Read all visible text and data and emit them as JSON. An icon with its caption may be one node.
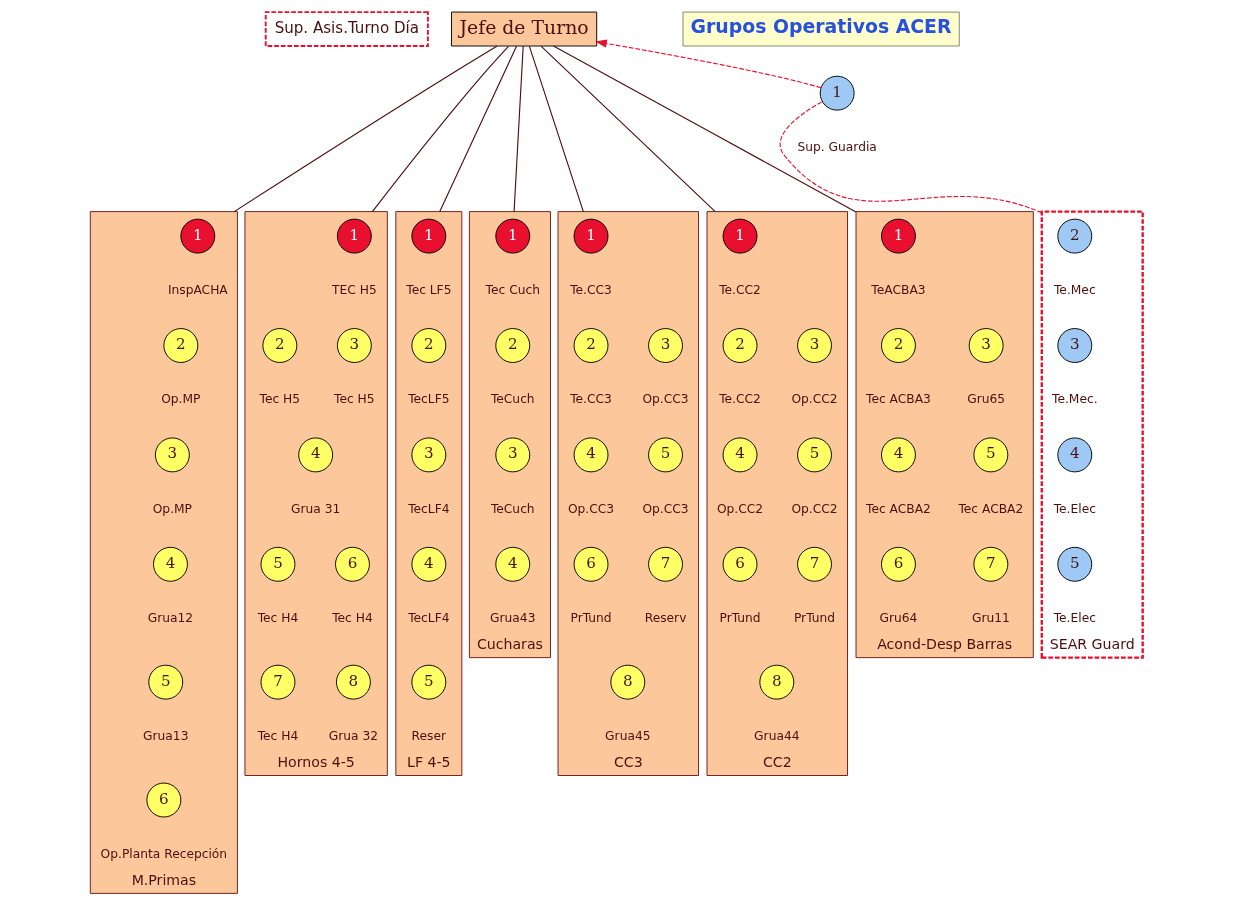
{
  "diagram": {
    "nodes": [
      {
        "text": [
          "Jefe de Turno"
        ]
      },
      {
        "text": [
          "Grupos Operativos ACER"
        ]
      },
      {
        "text": [
          "Sup. Asis.Turno Día"
        ]
      },
      {
        "text": [
          "1"
        ],
        "beside": [
          "Sup. Guardia"
        ]
      },
      {
        "text": [
          "M.Primas"
        ]
      },
      {
        "text": [
          "1"
        ],
        "beside": [
          "InspACHA"
        ],
        "in": 4
      },
      {
        "text": [
          "2"
        ],
        "beside": [
          "Op.MP"
        ],
        "in": 4
      },
      {
        "text": [
          "3"
        ],
        "beside": [
          "Op.MP"
        ],
        "in": 4
      },
      {
        "text": [
          "4"
        ],
        "beside": [
          "Grua12"
        ],
        "in": 4
      },
      {
        "text": [
          "5"
        ],
        "beside": [
          "Grua13"
        ],
        "in": 4
      },
      {
        "text": [
          "6"
        ],
        "beside": [
          "Op.Planta Recepción"
        ],
        "in": 4
      },
      {
        "text": [
          "Hornos 4-5"
        ]
      },
      {
        "text": [
          "1"
        ],
        "beside": [
          "TEC H5"
        ],
        "in": 11
      },
      {
        "text": [
          "2"
        ],
        "beside": [
          "Tec H5"
        ],
        "in": 11
      },
      {
        "text": [
          "3"
        ],
        "beside": [
          "Tec H5"
        ],
        "in": 11
      },
      {
        "text": [
          "4"
        ],
        "beside": [
          "Grua 31"
        ],
        "in": 11
      },
      {
        "text": [
          "5"
        ],
        "beside": [
          "Tec H4"
        ],
        "in": 11
      },
      {
        "text": [
          "6"
        ],
        "beside": [
          "Tec H4"
        ],
        "in": 11
      },
      {
        "text": [
          "7"
        ],
        "beside": [
          "Tec H4"
        ],
        "in": 11
      },
      {
        "text": [
          "8"
        ],
        "beside": [
          "Grua 32"
        ],
        "in": 11
      },
      {
        "text": [
          "LF 4-5"
        ]
      },
      {
        "text": [
          "1"
        ],
        "beside": [
          "Tec LF5"
        ],
        "in": 20
      },
      {
        "text": [
          "2"
        ],
        "beside": [
          "TecLF5"
        ],
        "in": 20
      },
      {
        "text": [
          "3"
        ],
        "beside": [
          "TecLF4"
        ],
        "in": 20
      },
      {
        "text": [
          "4"
        ],
        "beside": [
          "TecLF4"
        ],
        "in": 20
      },
      {
        "text": [
          "5"
        ],
        "beside": [
          "Reser"
        ],
        "in": 20
      },
      {
        "text": [
          "Cucharas"
        ]
      },
      {
        "text": [
          "1"
        ],
        "beside": [
          "Tec Cuch"
        ],
        "in": 26
      },
      {
        "text": [
          "2"
        ],
        "beside": [
          "TeCuch"
        ],
        "in": 26
      },
      {
        "text": [
          "3"
        ],
        "beside": [
          "TeCuch"
        ],
        "in": 26
      },
      {
        "text": [
          "4"
        ],
        "beside": [
          "Grua43"
        ],
        "in": 26
      },
      {
        "text": [
          "CC3"
        ]
      },
      {
        "text": [
          "1"
        ],
        "beside": [
          "Te.CC3"
        ],
        "in": 31
      },
      {
        "text": [
          "2"
        ],
        "beside": [
          "Te.CC3"
        ],
        "in": 31
      },
      {
        "text": [
          "3"
        ],
        "beside": [
          "Op.CC3"
        ],
        "in": 31
      },
      {
        "text": [
          "4"
        ],
        "beside": [
          "Op.CC3"
        ],
        "in": 31
      },
      {
        "text": [
          "5"
        ],
        "beside": [
          "Op.CC3"
        ],
        "in": 31
      },
      {
        "text": [
          "6"
        ],
        "beside": [
          "PrTund"
        ],
        "in": 31
      },
      {
        "text": [
          "7"
        ],
        "beside": [
          "Reserv"
        ],
        "in": 31
      },
      {
        "text": [
          "8"
        ],
        "beside": [
          "Grua45"
        ],
        "in": 31
      },
      {
        "text": [
          "CC2"
        ]
      },
      {
        "text": [
          "1"
        ],
        "beside": [
          "Te.CC2"
        ],
        "in": 40
      },
      {
        "text": [
          "2"
        ],
        "beside": [
          "Te.CC2"
        ],
        "in": 40
      },
      {
        "text": [
          "3"
        ],
        "beside": [
          "Op.CC2"
        ],
        "in": 40
      },
      {
        "text": [
          "4"
        ],
        "beside": [
          "Op.CC2"
        ],
        "in": 40
      },
      {
        "text": [
          "5"
        ],
        "beside": [
          "Op.CC2"
        ],
        "in": 40
      },
      {
        "text": [
          "6"
        ],
        "beside": [
          "PrTund"
        ],
        "in": 40
      },
      {
        "text": [
          "7"
        ],
        "beside": [
          "PrTund"
        ],
        "in": 40
      },
      {
        "text": [
          "8"
        ],
        "beside": [
          "Grua44"
        ],
        "in": 40
      },
      {
        "text": [
          "Acond-Desp Barras"
        ]
      },
      {
        "text": [
          "1"
        ],
        "beside": [
          "TeACBA3"
        ],
        "in": 49
      },
      {
        "text": [
          "2"
        ],
        "beside": [
          "Tec ACBA3"
        ],
        "in": 49
      },
      {
        "text": [
          "3"
        ],
        "beside": [
          "Gru65"
        ],
        "in": 49
      },
      {
        "text": [
          "4"
        ],
        "beside": [
          "Tec ACBA2"
        ],
        "in": 49
      },
      {
        "text": [
          "5"
        ],
        "beside": [
          "Tec ACBA2"
        ],
        "in": 49
      },
      {
        "text": [
          "6"
        ],
        "beside": [
          "Gru64"
        ],
        "in": 49
      },
      {
        "text": [
          "7"
        ],
        "beside": [
          "Gru11"
        ],
        "in": 49
      },
      {
        "text": [
          "SEAR Guard"
        ]
      },
      {
        "text": [
          "2"
        ],
        "beside": [
          "Te.Mec"
        ],
        "in": 57
      },
      {
        "text": [
          "3"
        ],
        "beside": [
          "Te.Mec."
        ],
        "in": 57
      },
      {
        "text": [
          "4"
        ],
        "beside": [
          "Te.Elec"
        ],
        "in": 57
      },
      {
        "text": [
          "5"
        ],
        "beside": [
          "Te.Elec"
        ],
        "in": 57
      }
    ],
    "edges": [
      {
        "from": 0,
        "to": 4,
        "arrow": "none"
      },
      {
        "from": 0,
        "to": 11,
        "arrow": "none"
      },
      {
        "from": 0,
        "to": 20,
        "arrow": "none"
      },
      {
        "from": 0,
        "to": 26,
        "arrow": "none"
      },
      {
        "from": 0,
        "to": 31,
        "arrow": "none"
      },
      {
        "from": 0,
        "to": 40,
        "arrow": "none"
      },
      {
        "from": 0,
        "to": 49,
        "arrow": "none"
      },
      {
        "from": 3,
        "to": 0,
        "arrow": "to",
        "style": "dashed",
        "color": "#e8102e"
      },
      {
        "from": 3,
        "to": 57,
        "arrow": "none",
        "style": "dashed",
        "color": "#e8102e"
      }
    ]
  }
}
